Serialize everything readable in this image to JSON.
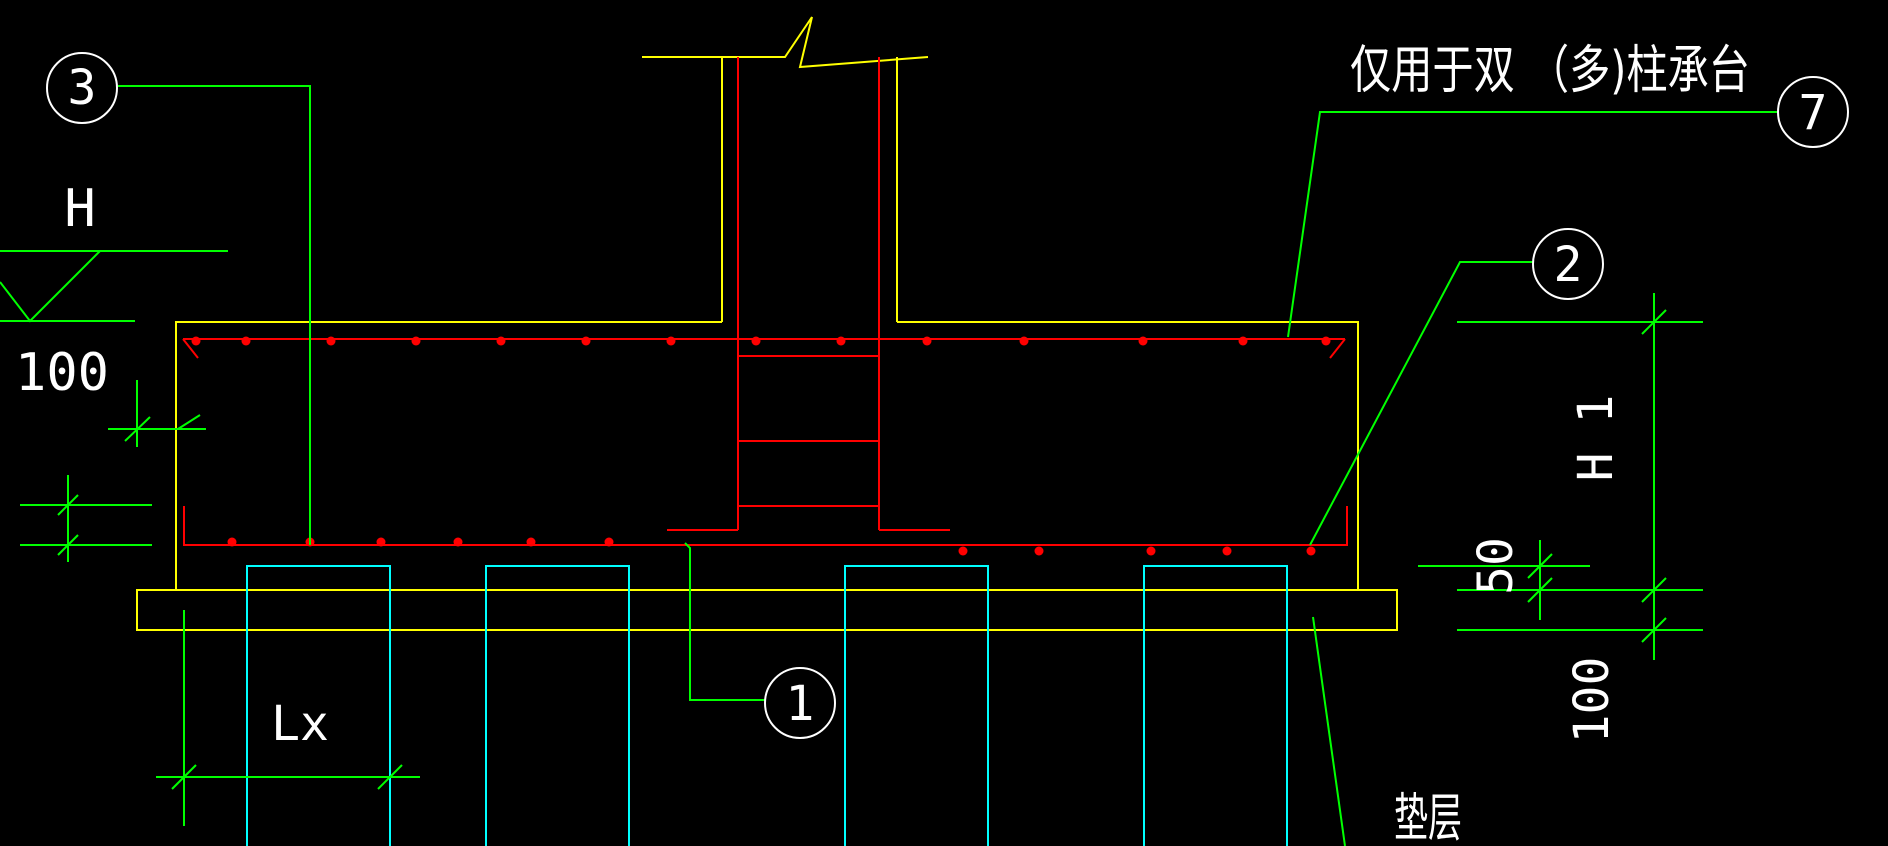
{
  "labels": {
    "title_note": "仅用于双 （多)柱承台",
    "bubble_3": "3",
    "bubble_7": "7",
    "bubble_2": "2",
    "bubble_1": "1",
    "elev_h": "H",
    "elev_100": "100",
    "dim_h1": "H 1",
    "dim_50": "50",
    "dim_100_right": "100",
    "dim_lx": "Lx",
    "cushion": "垫层"
  },
  "colors": {
    "background": "#000000",
    "outline_yellow": "#ffff00",
    "rebar_red": "#ff0000",
    "leader_green": "#00ff00",
    "pile_cyan": "#00ffff",
    "text_white": "#ffffff"
  }
}
